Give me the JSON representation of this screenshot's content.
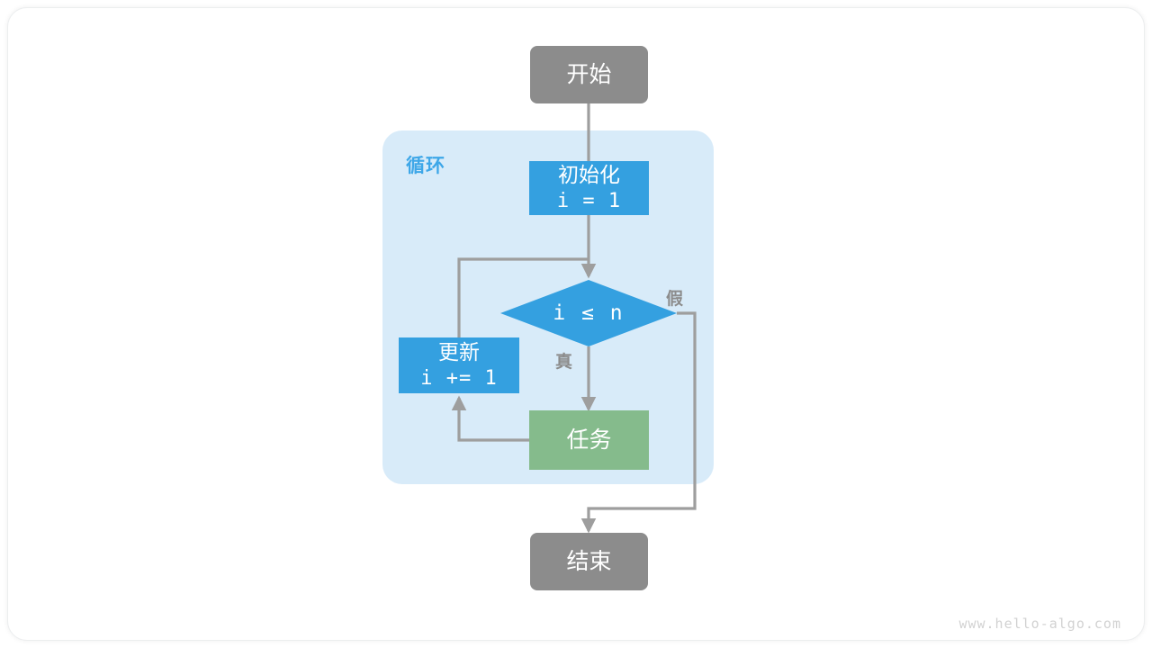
{
  "diagram": {
    "title_watermark": "www.hello-algo.com",
    "loop_label": "循环",
    "colors": {
      "terminal": "#8c8c8c",
      "process": "#34a0e0",
      "task": "#85bb8c",
      "loop_background": "#d8ebf9",
      "edge": "#9e9e9e",
      "loop_label": "#3ea7e8",
      "page_background": "#ffffff"
    },
    "nodes": {
      "start": {
        "label": "开始",
        "shape": "rounded-rectangle",
        "color": "#8c8c8c"
      },
      "init": {
        "line1": "初始化",
        "line2": "i = 1",
        "shape": "rectangle",
        "color": "#34a0e0"
      },
      "decision": {
        "label": "i ≤ n",
        "shape": "diamond",
        "color": "#34a0e0"
      },
      "update": {
        "line1": "更新",
        "line2": "i += 1",
        "shape": "rectangle",
        "color": "#34a0e0"
      },
      "task": {
        "label": "任务",
        "shape": "rectangle",
        "color": "#85bb8c"
      },
      "end": {
        "label": "结束",
        "shape": "rounded-rectangle",
        "color": "#8c8c8c"
      }
    },
    "edge_labels": {
      "true_branch": "真",
      "false_branch": "假"
    }
  }
}
